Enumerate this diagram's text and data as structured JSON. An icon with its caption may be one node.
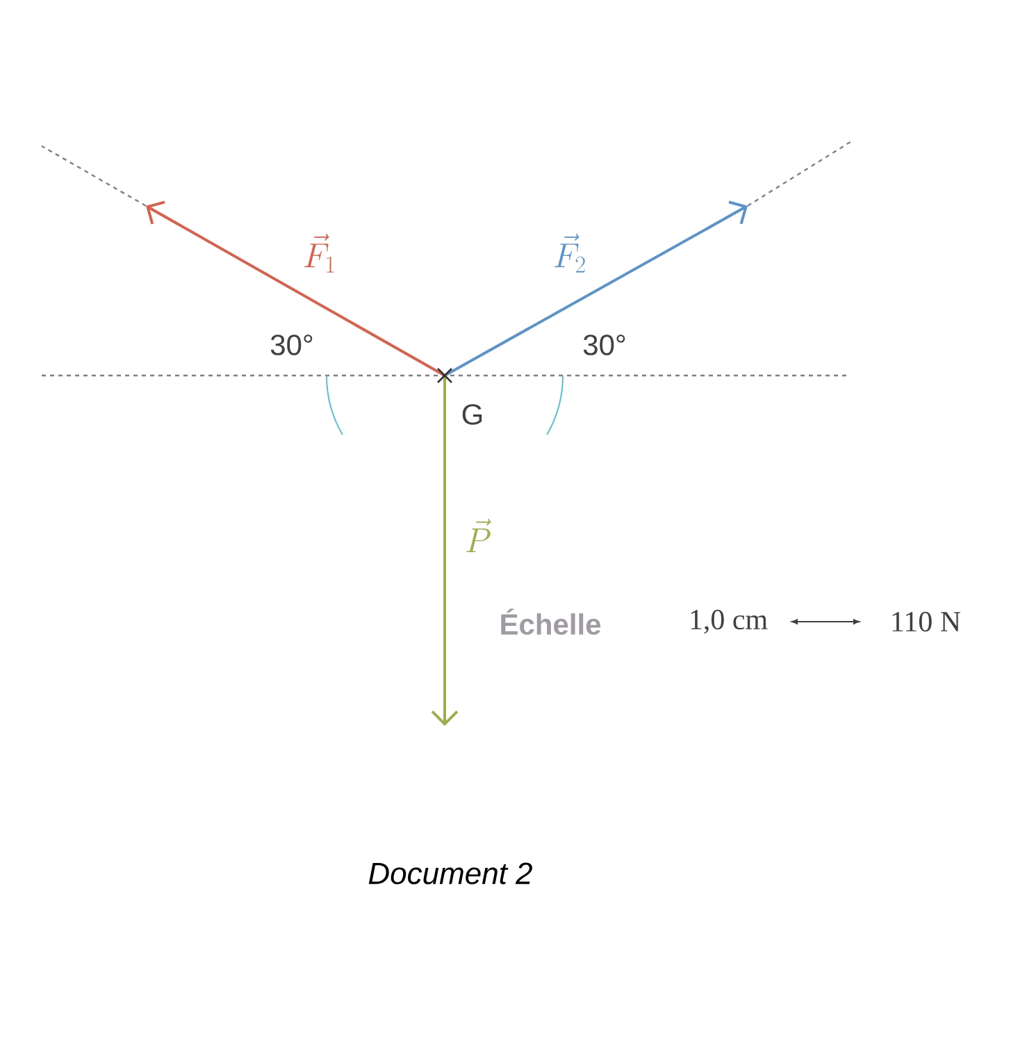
{
  "diagram": {
    "caption": "Document 2",
    "labels": [
      "\\vec{F}_1",
      "\\vec{F}_2",
      "30°",
      "30°",
      "G",
      "\\vec{P}",
      "Échelle",
      "1,0 cm",
      "110 N"
    ]
  }
}
